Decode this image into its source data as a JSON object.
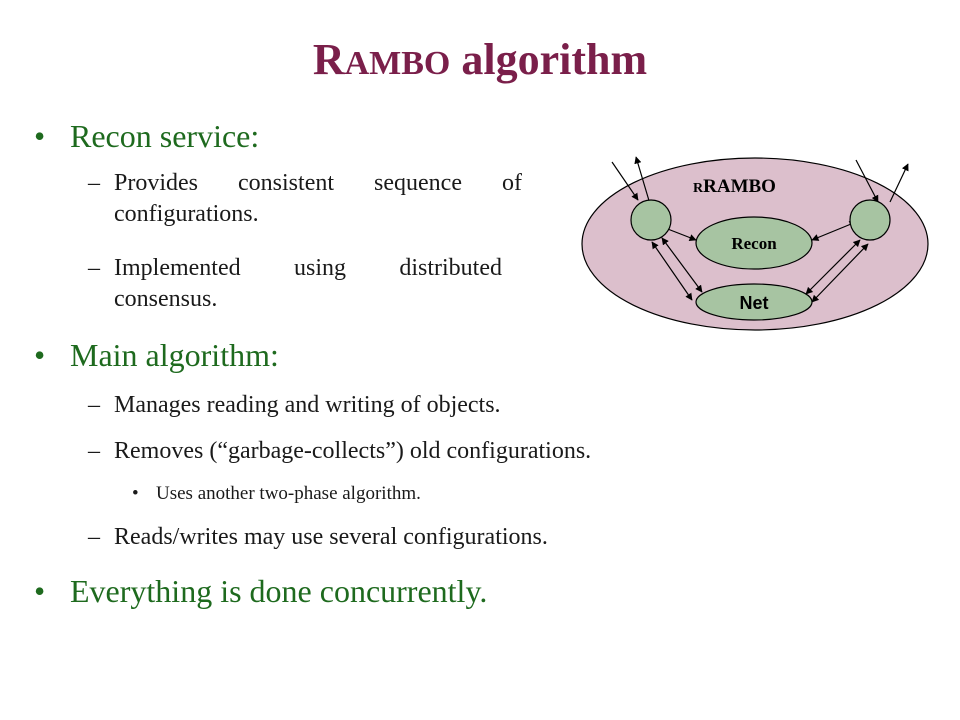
{
  "slide": {
    "title_first": "R",
    "title_smallcaps": "AMBO",
    "title_rest": " algorithm"
  },
  "bullets": {
    "recon": {
      "heading": "Recon service:",
      "items": [
        "Provides consistent sequence of configurations.",
        "Implemented using distributed consensus."
      ]
    },
    "main": {
      "heading": "Main algorithm:",
      "items": [
        "Manages reading and writing of objects.",
        "Removes (“garbage-collects”) old configurations.",
        "Reads/writes may use several configurations."
      ],
      "sub_item": "Uses another two-phase algorithm."
    },
    "everything": {
      "heading": "Everything is done concurrently."
    }
  },
  "diagram": {
    "label_prefix": "R",
    "label_rest": "RAMBO",
    "recon_label": "Recon",
    "net_label": "Net",
    "colors": {
      "outer_fill": "#dcbfcc",
      "node_fill": "#a7c4a2",
      "stroke": "#000000"
    }
  },
  "glyphs": {
    "bullet": "•",
    "dash": "–"
  }
}
